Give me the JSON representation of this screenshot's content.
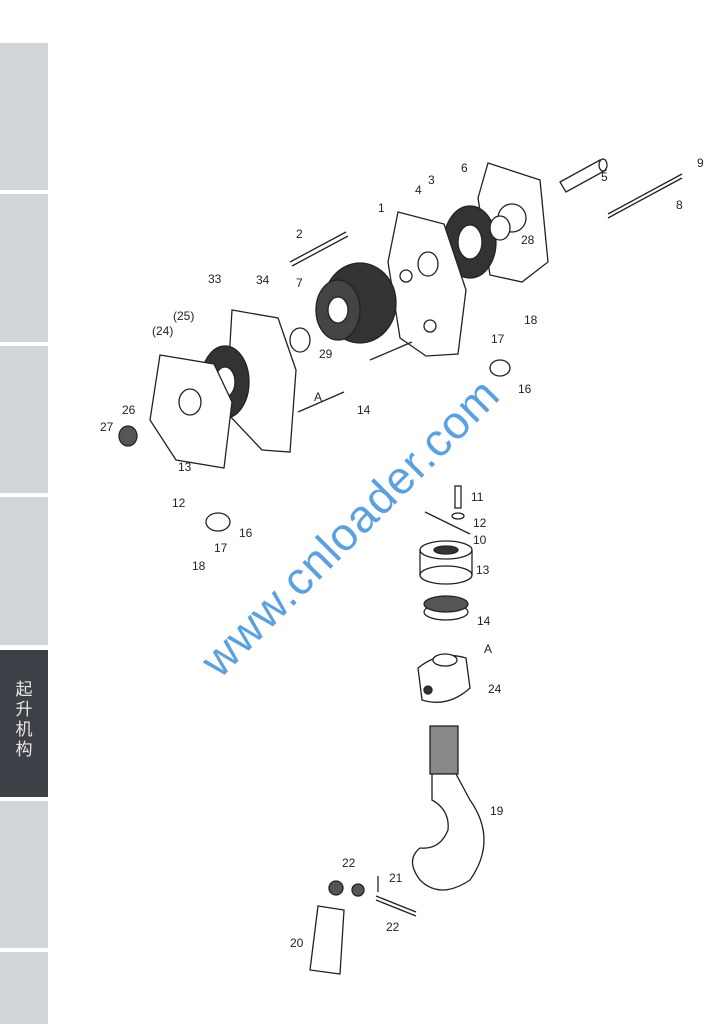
{
  "side_tabs": [
    {
      "label": ""
    },
    {
      "label": ""
    },
    {
      "label": ""
    },
    {
      "label": ""
    },
    {
      "label": "起升机构",
      "active": true
    },
    {
      "label": ""
    },
    {
      "label": ""
    }
  ],
  "colors": {
    "tab": "#d2d5d8",
    "tab_active": "#3d4047",
    "watermark": "#4a97dc"
  },
  "watermark": "www.cnloader.com",
  "diagram": {
    "labels": [
      "1",
      "2",
      "3",
      "4",
      "5",
      "6",
      "7",
      "8",
      "9",
      "28",
      "33",
      "34",
      "(25)",
      "(24)",
      "29",
      "17",
      "18",
      "16",
      "14",
      "A",
      "26",
      "27",
      "13",
      "12",
      "16",
      "17",
      "18",
      "11",
      "12",
      "10",
      "13",
      "14",
      "A",
      "24",
      "19",
      "22",
      "21",
      "22",
      "20"
    ]
  }
}
